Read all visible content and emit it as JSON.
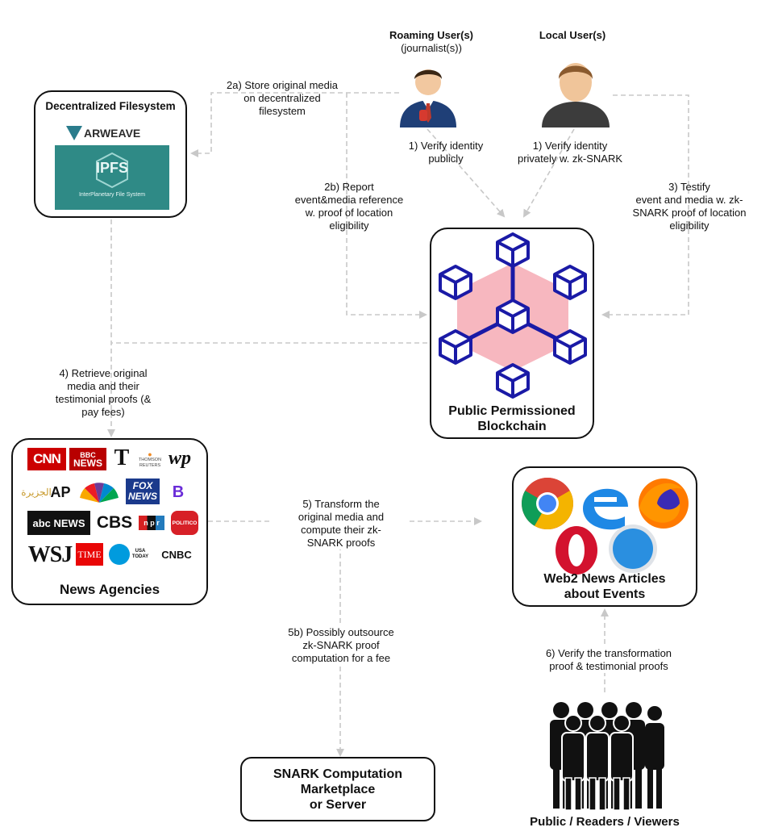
{
  "roaming_user": {
    "title": "Roaming User(s)",
    "subtitle": "(journalist(s))"
  },
  "local_user": {
    "title": "Local User(s)"
  },
  "filesystem": {
    "title": "Decentralized Filesystem",
    "arweave_label": "ARWEAVE",
    "ipfs_label": "IPFS",
    "ipfs_caption": "InterPlanetary File System"
  },
  "blockchain": {
    "title_line1": "Public Permissioned",
    "title_line2": "Blockchain"
  },
  "news_agencies": {
    "title": "News Agencies",
    "logos": {
      "cnn": "CNN",
      "bbc1": "BBC",
      "bbc2": "NEWS",
      "nyt": "T",
      "thomson1": "THOMSON",
      "thomson2": "REUTERS",
      "wp": "wp",
      "aljazeera": "الجزيرة",
      "ap": "AP",
      "nbc": "NBC",
      "fox1": "FOX",
      "fox2": "NEWS",
      "b": "B",
      "abc": "abc NEWS",
      "cbs": "CBS",
      "npr": "n p r",
      "politico": "POLITICO",
      "wsj": "WSJ",
      "time": "TIME",
      "usatoday1": "USA",
      "usatoday2": "TODAY",
      "cnbc": "CNBC"
    }
  },
  "web2": {
    "title_line1": "Web2 News Articles",
    "title_line2": "about Events"
  },
  "snark": {
    "line1": "SNARK Computation",
    "line2": "Marketplace",
    "line3": "or Server"
  },
  "public": {
    "title": "Public / Readers / Viewers"
  },
  "steps": {
    "s2a": [
      "2a) Store original media",
      "on decentralized",
      "filesystem"
    ],
    "s1a": [
      "1) Verify identity",
      "publicly"
    ],
    "s1b": [
      "1) Verify identity",
      "privately w. zk-SNARK"
    ],
    "s2b": [
      "2b) Report",
      "event&media reference",
      "w. proof of location",
      "eligibility"
    ],
    "s3": [
      "3) Testify",
      "event and media w. zk-",
      "SNARK proof of location",
      "eligibility"
    ],
    "s4": [
      "4) Retrieve original",
      "media and their",
      "testimonial proofs (&",
      "pay fees)"
    ],
    "s5": [
      "5) Transform the",
      "original media and",
      "compute their zk-",
      "SNARK proofs"
    ],
    "s5b": [
      "5b) Possibly outsource",
      "zk-SNARK proof",
      "computation for a fee"
    ],
    "s6": [
      "6) Verify the transformation",
      "proof & testimonial proofs"
    ]
  },
  "colors": {
    "line": "#c8c8c8",
    "chain_blue": "#1a1aa6",
    "chain_pink": "#f7b7bf",
    "ipfs_bg": "#2f8a86",
    "cnn_red": "#cc0000",
    "bbc_red": "#b80000",
    "fox_blue": "#1b3a8c",
    "chrome": "#4caf50",
    "edge": "#1e88e5",
    "firefox": "#ff7a00",
    "opera": "#d3122e",
    "safari": "#2a8fe0"
  }
}
